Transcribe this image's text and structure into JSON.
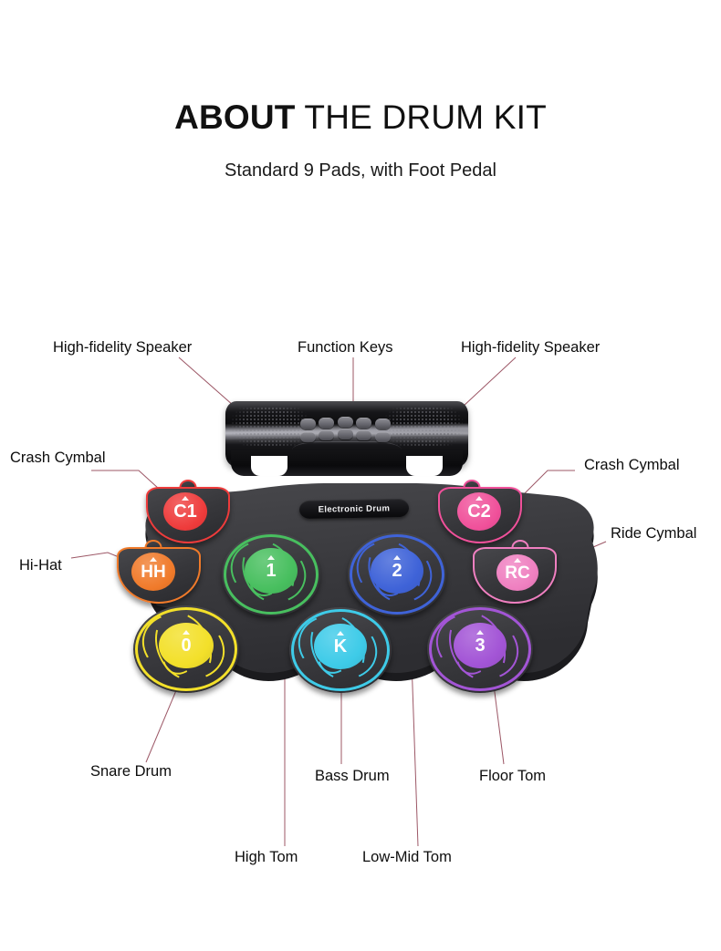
{
  "header": {
    "title_bold": "ABOUT",
    "title_rest": " THE DRUM KIT",
    "subtitle": "Standard 9 Pads, with Foot Pedal"
  },
  "device": {
    "brand_badge": "Electronic Drum",
    "lead_color": "#9c5766",
    "mat_color": "#3a3a3e"
  },
  "callouts": [
    {
      "id": "speaker-left",
      "label": "High-fidelity Speaker"
    },
    {
      "id": "function-keys",
      "label": "Function Keys"
    },
    {
      "id": "speaker-right",
      "label": "High-fidelity Speaker"
    },
    {
      "id": "crash-left",
      "label": "Crash Cymbal"
    },
    {
      "id": "crash-right",
      "label": "Crash Cymbal"
    },
    {
      "id": "hi-hat",
      "label": "Hi-Hat"
    },
    {
      "id": "ride",
      "label": "Ride Cymbal"
    },
    {
      "id": "snare",
      "label": "Snare Drum"
    },
    {
      "id": "bass",
      "label": "Bass Drum"
    },
    {
      "id": "floor-tom",
      "label": "Floor Tom"
    },
    {
      "id": "high-tom",
      "label": "High Tom"
    },
    {
      "id": "low-mid-tom",
      "label": "Low-Mid Tom"
    }
  ],
  "pads": [
    {
      "id": "crash-1",
      "name": "Crash Cymbal 1",
      "text": "C1",
      "type": "cymbal",
      "color": "#ee3b3b"
    },
    {
      "id": "hi-hat",
      "name": "Hi-Hat",
      "text": "HH",
      "type": "cymbal",
      "color": "#f07a2a"
    },
    {
      "id": "crash-2",
      "name": "Crash Cymbal 2",
      "text": "C2",
      "type": "cymbal",
      "color": "#f0509a"
    },
    {
      "id": "ride",
      "name": "Ride Cymbal",
      "text": "RC",
      "type": "cymbal",
      "color": "#ef7fc0"
    },
    {
      "id": "high-tom",
      "name": "High Tom",
      "text": "1",
      "type": "drum",
      "color": "#48bf5f"
    },
    {
      "id": "low-mid-tom",
      "name": "Low-Mid Tom",
      "text": "2",
      "type": "drum",
      "color": "#3f63d8"
    },
    {
      "id": "snare",
      "name": "Snare Drum",
      "text": "0",
      "type": "drum",
      "color": "#f3e02a"
    },
    {
      "id": "bass",
      "name": "Bass Drum",
      "text": "K",
      "type": "drum",
      "color": "#3ecbe8"
    },
    {
      "id": "floor-tom",
      "name": "Floor Tom",
      "text": "3",
      "type": "drum",
      "color": "#a355d6"
    }
  ],
  "function_keys": {
    "count": 10,
    "rows": 2
  }
}
